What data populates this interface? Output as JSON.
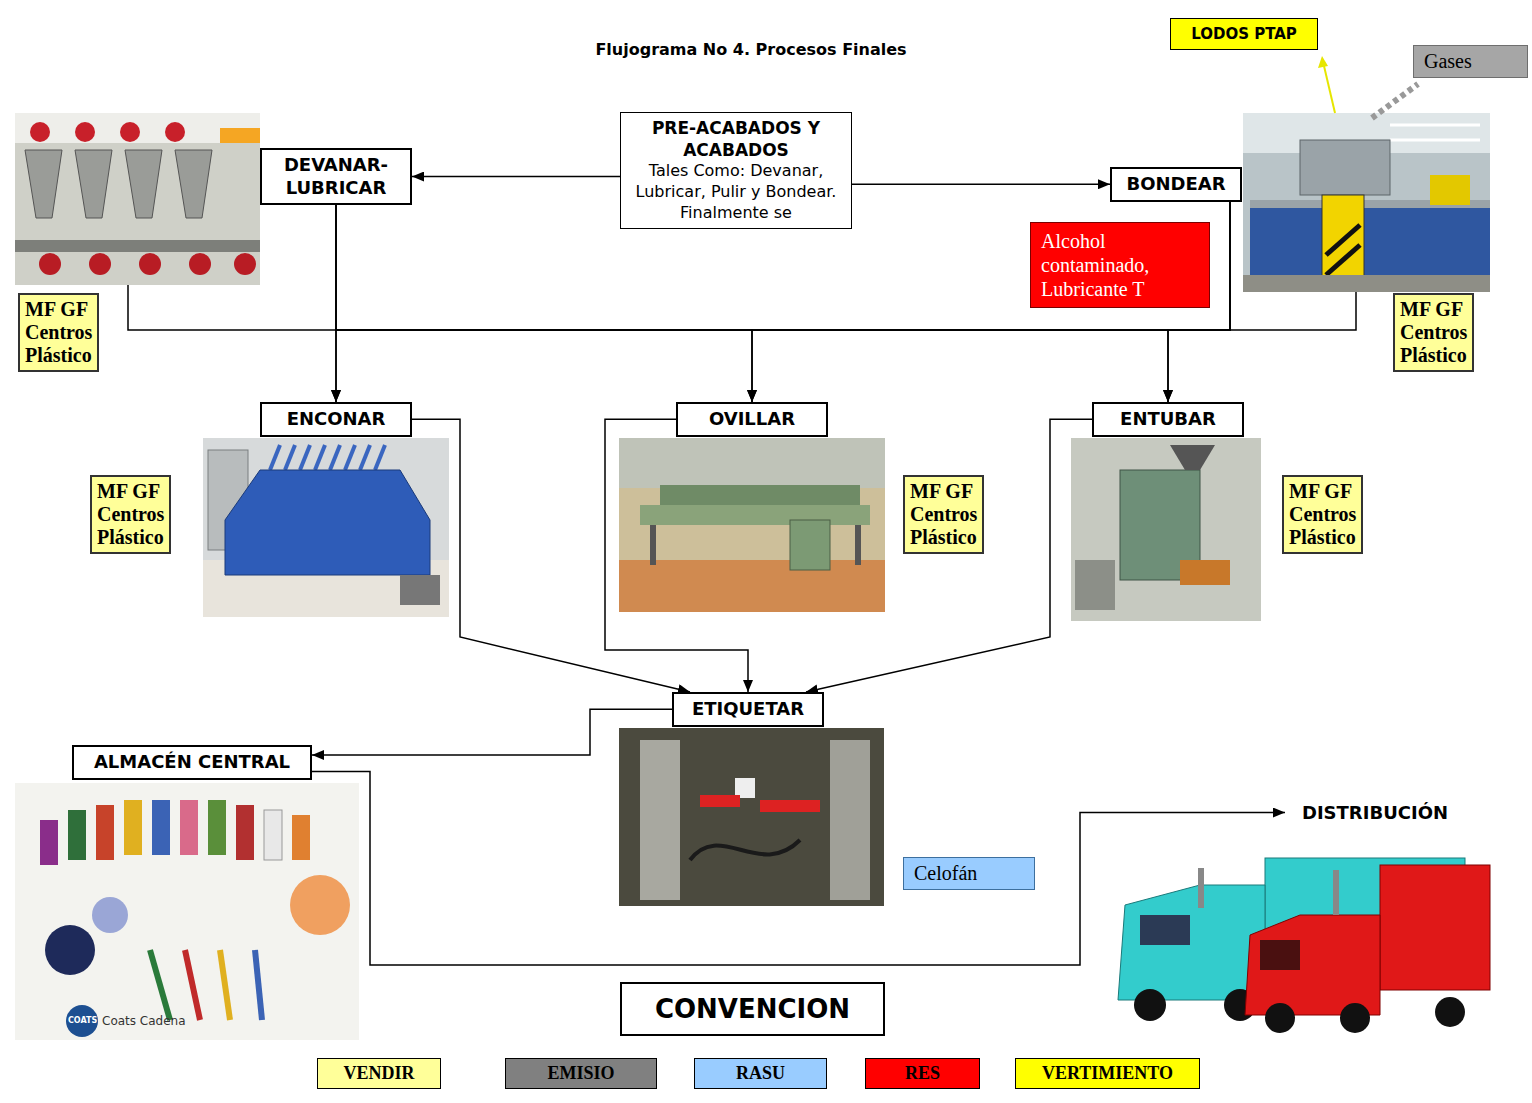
{
  "diagram": {
    "title": "Flujograma No 4. Procesos Finales",
    "nodes": [
      {
        "text": [
          "LODOS PTAP"
        ]
      },
      {
        "text": [
          "Gases"
        ]
      },
      {
        "text": [
          "PRE-ACABADOS Y ACABADOS",
          "Tales Como: Devanar, Lubricar, Pulir y Bondear. Finalmente se"
        ]
      },
      {
        "text": [
          "DEVANAR-LUBRICAR"
        ]
      },
      {
        "text": [
          "BONDEAR"
        ]
      },
      {
        "text": [
          "Alcohol contaminado, Lubricante T"
        ]
      },
      {
        "text": [
          "MF GF Centros Plástico"
        ]
      },
      {
        "text": [
          "MF GF Centros Plástico"
        ]
      },
      {
        "text": [
          "ENCONAR"
        ]
      },
      {
        "text": [
          "OVILLAR"
        ]
      },
      {
        "text": [
          "ENTUBAR"
        ]
      },
      {
        "text": [
          "MF GF Centros Plástico"
        ]
      },
      {
        "text": [
          "MF GF Centros Plástico"
        ]
      },
      {
        "text": [
          "MF GF Centros Plástico"
        ]
      },
      {
        "text": [
          "ETIQUETAR"
        ]
      },
      {
        "text": [
          "ALMACÉN CENTRAL"
        ]
      },
      {
        "text": [
          "DISTRIBUCIÓN"
        ]
      },
      {
        "text": [
          "Celofán"
        ]
      },
      {
        "text": [
          "CONVENCION"
        ]
      }
    ],
    "edges": [
      {
        "from": 2,
        "to": 3,
        "arrow": "to"
      },
      {
        "from": 2,
        "to": 4,
        "arrow": "to"
      },
      {
        "from": 3,
        "to": 8,
        "arrow": "to"
      },
      {
        "from": 3,
        "to": 9,
        "arrow": "to"
      },
      {
        "from": 3,
        "to": 10,
        "arrow": "to"
      },
      {
        "from": 4,
        "to": 8,
        "arrow": "to"
      },
      {
        "from": 4,
        "to": 9,
        "arrow": "to"
      },
      {
        "from": 4,
        "to": 10,
        "arrow": "to"
      },
      {
        "from": 8,
        "to": 14,
        "arrow": "to"
      },
      {
        "from": 9,
        "to": 14,
        "arrow": "to"
      },
      {
        "from": 10,
        "to": 14,
        "arrow": "to"
      },
      {
        "from": 14,
        "to": 15,
        "arrow": "to"
      },
      {
        "from": 15,
        "to": 16,
        "arrow": "to"
      }
    ],
    "labels": [
      "COATS",
      "Coats Cadena"
    ],
    "legend": [
      {
        "text": "VENDIR",
        "color": "#ffff99"
      },
      {
        "text": "EMISIO",
        "color": "#808080"
      },
      {
        "text": "RASU",
        "color": "#99ccff"
      },
      {
        "text": "RES",
        "color": "#ff0000"
      },
      {
        "text": "VERTIMIENTO",
        "color": "#ffff00"
      }
    ]
  }
}
